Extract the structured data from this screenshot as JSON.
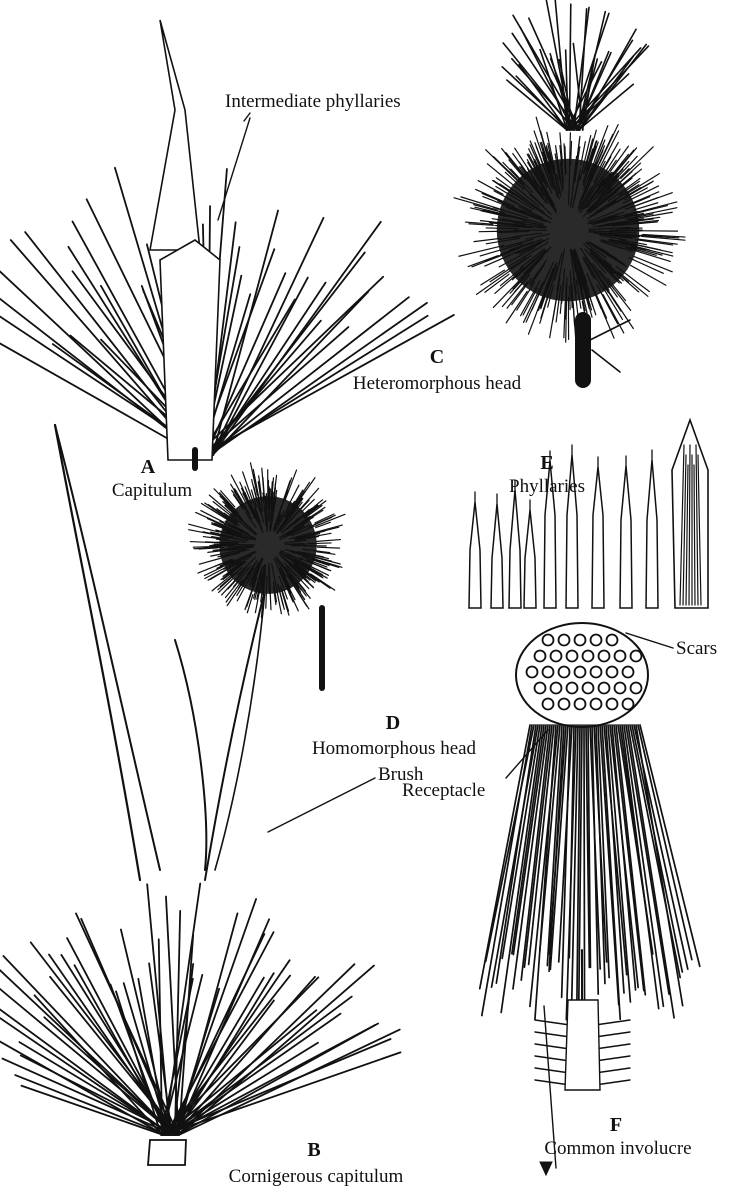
{
  "figure": {
    "panels": [
      {
        "id": "A",
        "letter": "A",
        "caption": "Capitulum"
      },
      {
        "id": "B",
        "letter": "B",
        "caption": "Cornigerous capitulum"
      },
      {
        "id": "C",
        "letter": "C",
        "caption": "Heteromorphous head"
      },
      {
        "id": "D",
        "letter": "D",
        "caption": "Homomorphous head"
      },
      {
        "id": "E",
        "letter": "E",
        "caption": "Phyllaries"
      },
      {
        "id": "F",
        "letter": "F",
        "caption": "Common involucre"
      }
    ],
    "callouts": {
      "intermediate_phyllaries": "Intermediate phyllaries",
      "brush": "Brush",
      "scars": "Scars",
      "receptacle": "Receptacle"
    }
  },
  "colors": {
    "ink": "#111111",
    "paper": "#ffffff"
  }
}
